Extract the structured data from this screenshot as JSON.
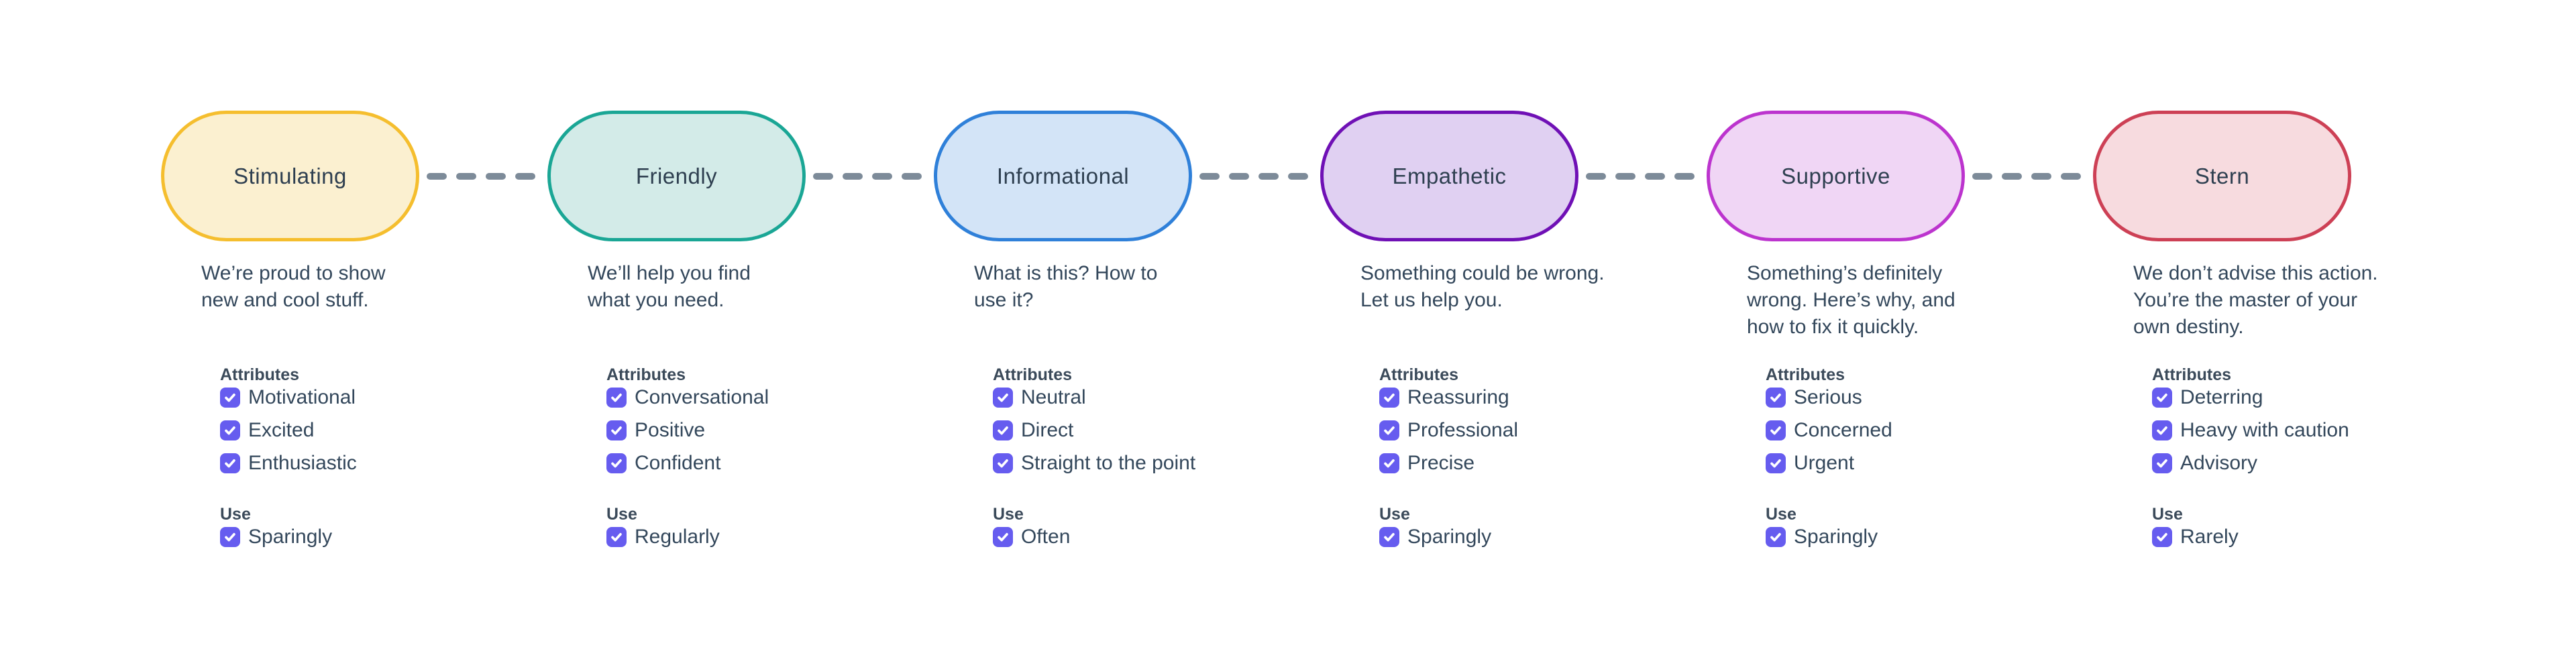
{
  "canvas": {
    "background": "#FFFFFF"
  },
  "colors": {
    "text": "#33475B",
    "connector": "#7D8B99",
    "checkbox_fill": "#665CEF",
    "checkmark": "#FFFFFF"
  },
  "headings": {
    "attributes": "Attributes",
    "use": "Use"
  },
  "nodes": [
    {
      "label": "Stimulating",
      "border_color": "#F5BE2E",
      "fill_color": "#FBF0D0",
      "description": "We’re proud to show\nnew and cool stuff.",
      "attributes": [
        "Motivational",
        "Excited",
        "Enthusiastic"
      ],
      "use": "Sparingly"
    },
    {
      "label": "Friendly",
      "border_color": "#1AA695",
      "fill_color": "#D3EBE8",
      "description": "We’ll help you find\nwhat you need.",
      "attributes": [
        "Conversational",
        "Positive",
        "Confident"
      ],
      "use": "Regularly"
    },
    {
      "label": "Informational",
      "border_color": "#2F80D9",
      "fill_color": "#D3E4F7",
      "description": "What is this? How to\nuse it?",
      "attributes": [
        "Neutral",
        "Direct",
        "Straight to the point"
      ],
      "use": "Often"
    },
    {
      "label": "Empathetic",
      "border_color": "#6F10B5",
      "fill_color": "#E0D0F2",
      "description": "Something could be wrong.\nLet us help you.",
      "attributes": [
        "Reassuring",
        "Professional",
        "Precise"
      ],
      "use": "Sparingly"
    },
    {
      "label": "Supportive",
      "border_color": "#BC34CE",
      "fill_color": "#F0D6F5",
      "description": "Something’s definitely\nwrong. Here’s why, and\nhow to fix it quickly.",
      "attributes": [
        "Serious",
        "Concerned",
        "Urgent"
      ],
      "use": "Sparingly"
    },
    {
      "label": "Stern",
      "border_color": "#CD4055",
      "fill_color": "#F7DBDF",
      "description": "We don’t advise this action.\nYou’re the master of your\nown destiny.",
      "attributes": [
        "Deterring",
        "Heavy with caution",
        "Advisory"
      ],
      "use": "Rarely"
    }
  ]
}
